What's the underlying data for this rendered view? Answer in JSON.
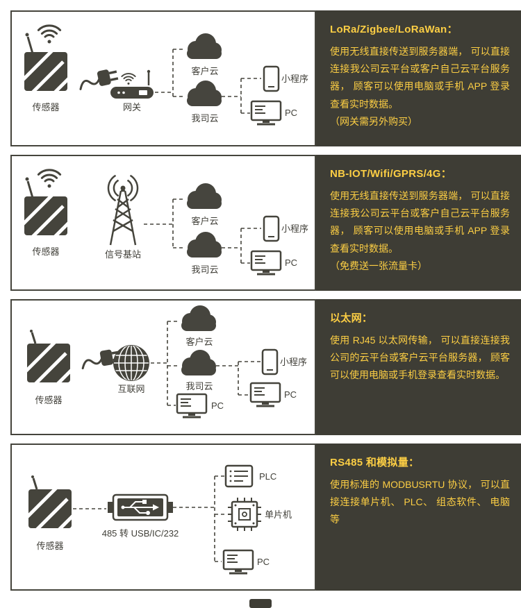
{
  "page": {
    "background": "#ffffff",
    "panel_bg": "#3e3d35",
    "accent": "#fcce44",
    "ink": "#45443c"
  },
  "rows": [
    {
      "title": "LoRa/Zigbee/LoRaWan：",
      "body": "使用无线直接传送到服务器端， 可以直接连接我公司云平台或客户自己云平台服务器， 顾客可以使用电脑或手机 APP 登录查看实时数据。",
      "note": "（网关需另外购买）",
      "labels": {
        "sensor": "传感器",
        "device": "网关",
        "cloud_customer": "客户云",
        "cloud_ours": "我司云",
        "miniprogram": "小程序",
        "pc": "PC"
      }
    },
    {
      "title": "NB-IOT/Wifi/GPRS/4G：",
      "body": "使用无线直接传送到服务器端， 可以直接连接我公司云平台或客户自己云平台服务器， 顾客可以使用电脑或手机 APP 登录查看实时数据。",
      "note": "（免费送一张流量卡）",
      "labels": {
        "sensor": "传感器",
        "device": "信号基站",
        "cloud_customer": "客户云",
        "cloud_ours": "我司云",
        "miniprogram": "小程序",
        "pc": "PC"
      }
    },
    {
      "title": "以太网：",
      "body": "使用 RJ45 以太网传输， 可以直接连接我公司的云平台或客户云平台服务器， 顾客可以使用电脑或手机登录查看实时数据。",
      "note": "",
      "labels": {
        "sensor": "传感器",
        "device": "互联网",
        "cloud_customer": "客户云",
        "cloud_ours": "我司云",
        "miniprogram": "小程序",
        "pc": "PC",
        "pc_bottom": "PC"
      }
    },
    {
      "title": "RS485 和模拟量：",
      "body": "使用标准的 MODBUSRTU 协议， 可以直接连接单片机、 PLC、 组态软件、 电脑等",
      "note": "",
      "labels": {
        "sensor": "传感器",
        "device": "485 转 USB/IC/232",
        "plc": "PLC",
        "mcu": "单片机",
        "pc": "PC"
      }
    }
  ]
}
